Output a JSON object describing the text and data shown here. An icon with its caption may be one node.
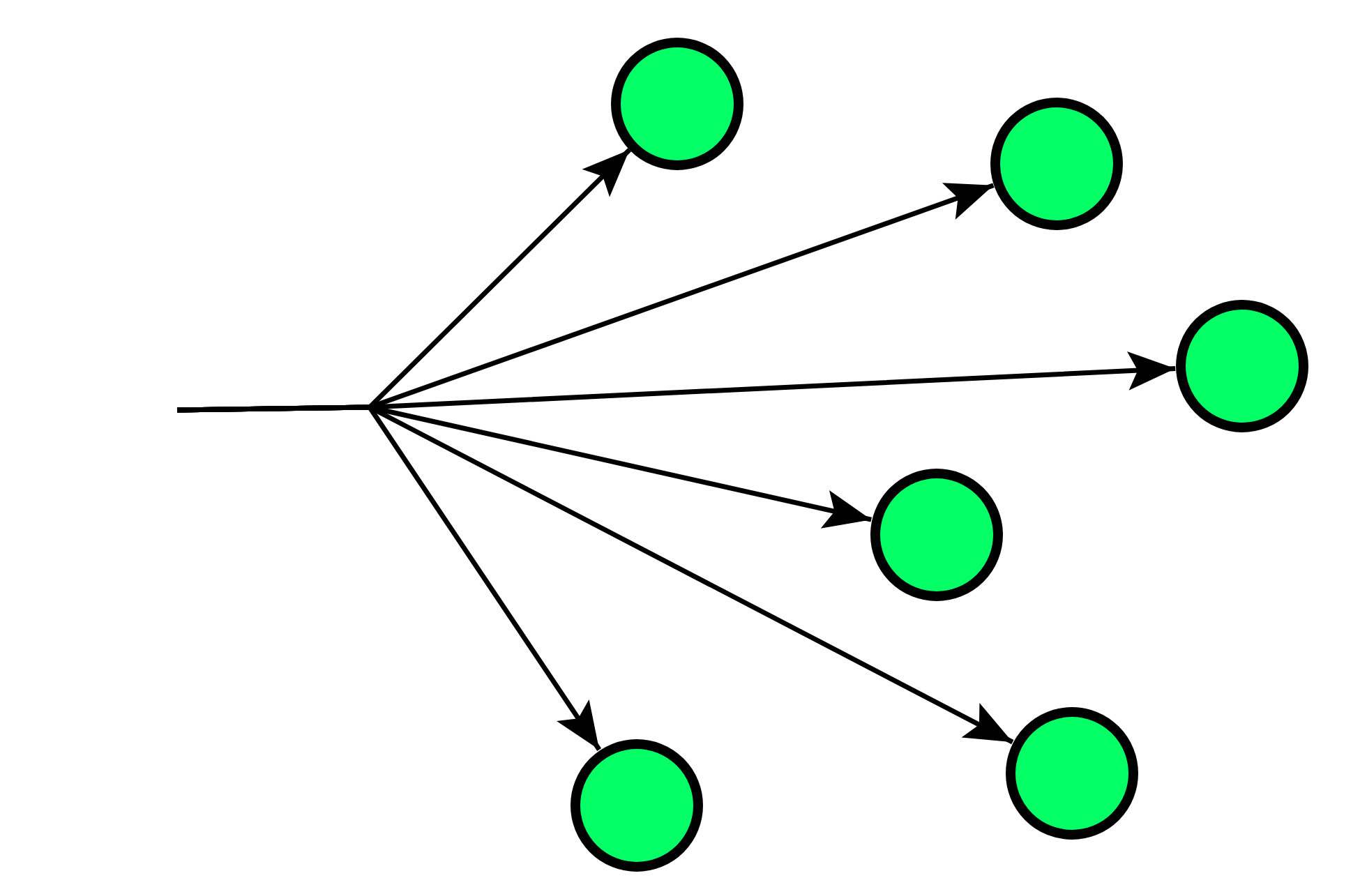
{
  "diagram": {
    "nodes": [
      {
        "text": [],
        "shape": "circle"
      },
      {
        "text": [],
        "shape": "circle"
      },
      {
        "text": [],
        "shape": "circle"
      },
      {
        "text": [],
        "shape": "circle"
      },
      {
        "text": [],
        "shape": "circle"
      },
      {
        "text": [],
        "shape": "circle"
      }
    ],
    "edges": [
      {
        "from": null,
        "to": 0,
        "arrow": "to"
      },
      {
        "from": null,
        "to": 1,
        "arrow": "to"
      },
      {
        "from": null,
        "to": 2,
        "arrow": "to"
      },
      {
        "from": null,
        "to": 3,
        "arrow": "to"
      },
      {
        "from": null,
        "to": 4,
        "arrow": "to"
      },
      {
        "from": null,
        "to": 5,
        "arrow": "to"
      }
    ]
  }
}
